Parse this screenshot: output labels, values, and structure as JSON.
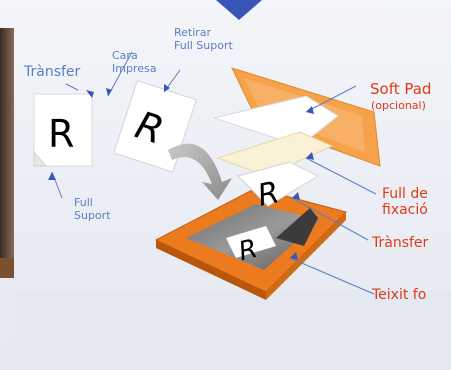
{
  "labels": {
    "transfer_title": "Trànsfer",
    "cara_impresa": "Cara\nImpresa",
    "retirar_full_suport": "Retirar\nFull Suport",
    "full_suport": "Full\nSuport",
    "soft_pad": "Soft Pad",
    "opcional": "(opcional)",
    "full_fixacio": "Full de\nfixació",
    "transfer_layer": "Trànsfer",
    "teixit": "Teixit fo"
  },
  "glyphs": {
    "letter": "R"
  },
  "colors": {
    "label_blue": "#5b7ec2",
    "label_red": "#e03a1a",
    "pad_orange": "#f5a24a",
    "base_orange": "#ec7a1f",
    "background": "#eef1f6"
  }
}
